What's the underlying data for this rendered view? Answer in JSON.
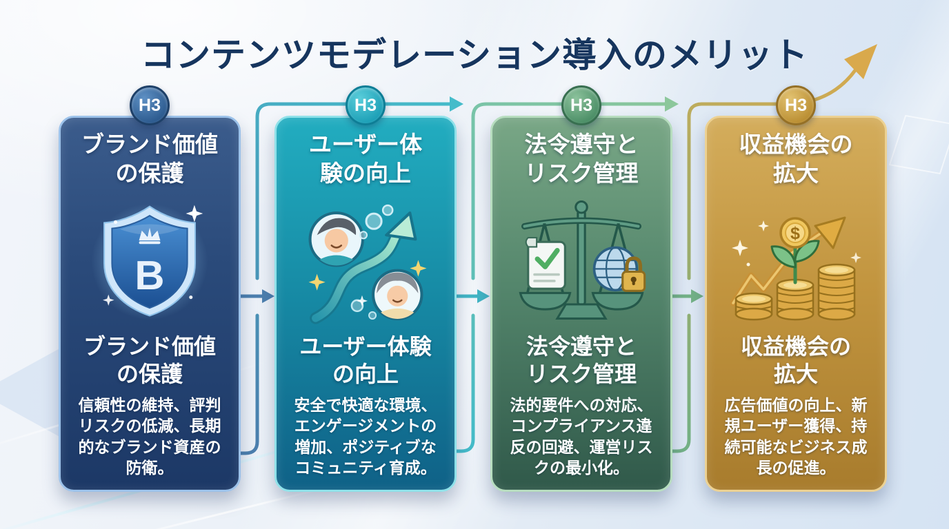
{
  "page": {
    "title": "コンテンツモデレーション導入のメリット",
    "title_color": "#16355e",
    "background_color": "#e7edf5"
  },
  "cards": [
    {
      "badge": "H3",
      "title": "ブランド価値\nの保護",
      "subtitle": "ブランド価値\nの保護",
      "description": "信頼性の維持、評判\nリスクの低減、長期\n的なブランド資産の\n防衛。",
      "icon": "brand-shield-icon",
      "icon_letter": "B",
      "accent_color": "#2a4a7a",
      "border_color": "#9cc2ea",
      "badge_color": "#2c5a8e"
    },
    {
      "badge": "H3",
      "title": "ユーザー体\n験の向上",
      "subtitle": "ユーザー体験\nの向上",
      "description": "安全で快適な環境、\nエンゲージメントの\n増加、ポジティブな\nコミュニティ育成。",
      "icon": "users-growth-arrow-icon",
      "accent_color": "#178ca6",
      "border_color": "#8fe1e9",
      "badge_color": "#1c9fb6"
    },
    {
      "badge": "H3",
      "title": "法令遵守と\nリスク管理",
      "subtitle": "法令遵守と\nリスク管理",
      "description": "法的要件への対応、\nコンプライアンス違\n反の回避、運営リス\nクの最小化。",
      "icon": "scales-globe-lock-icon",
      "accent_color": "#54866c",
      "border_color": "#b7ddbf",
      "badge_color": "#4b8e66"
    },
    {
      "badge": "H3",
      "title": "収益機会の\n拡大",
      "subtitle": "収益機会の\n拡大",
      "description": "広告価値の向上、新\n規ユーザー獲得、持\n続可能なビジネス成\n長の促進。",
      "icon": "coins-plant-growth-icon",
      "icon_letter": "$",
      "accent_color": "#c2953f",
      "border_color": "#ecd192",
      "badge_color": "#ba8e32"
    }
  ],
  "connectors": {
    "blue": "#4c7fae",
    "teal": "#45bcca",
    "green": "#8cc79b",
    "gold": "#d9a94c"
  }
}
